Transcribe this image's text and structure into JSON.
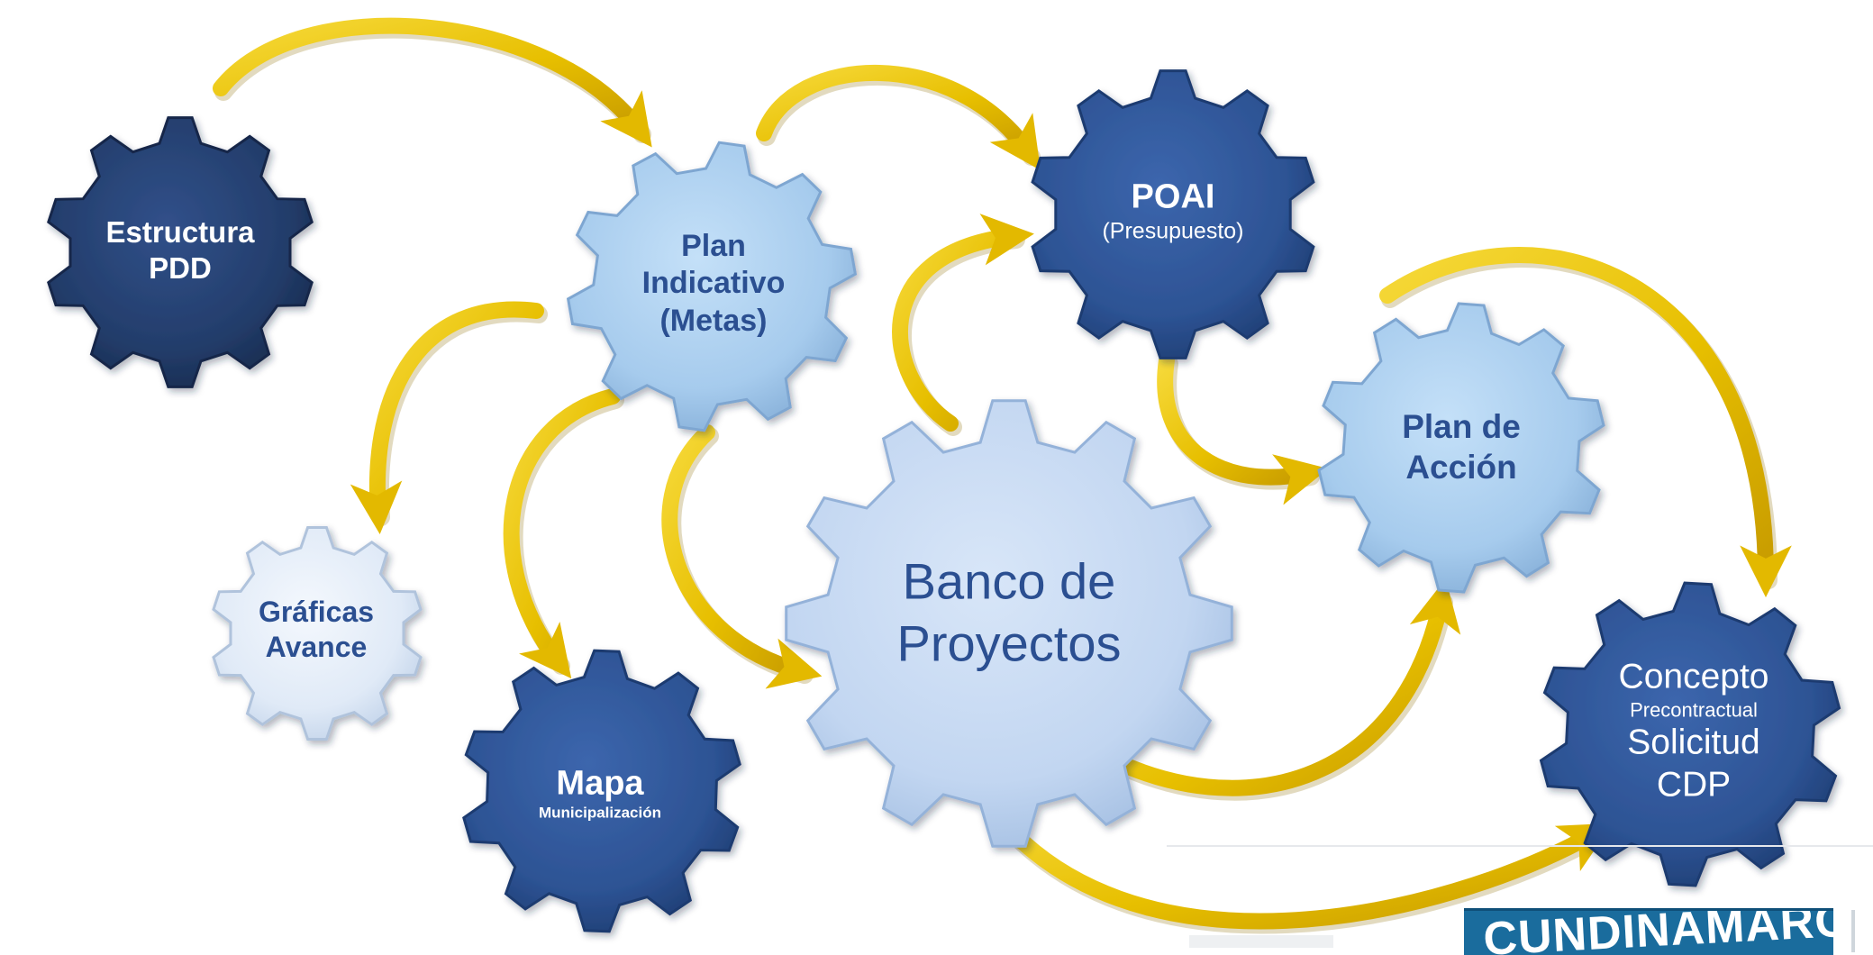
{
  "diagram": {
    "colors": {
      "gear_dark_navy": "#243f6e",
      "gear_blue": "#2e5596",
      "gear_light_blue": "#a9cdee",
      "gear_pale_blue": "#c5d9f2",
      "gear_very_light": "#e2ebf7",
      "arrow_gold": "#e6bf00",
      "label_light_text": "#2b4f91"
    },
    "gears": [
      {
        "id": "estructura",
        "lines": [
          "Estructura",
          "PDD"
        ]
      },
      {
        "id": "plan_indicativo",
        "lines": [
          "Plan",
          "Indicativo",
          "(Metas)"
        ]
      },
      {
        "id": "poai",
        "lines": [
          "POAI",
          "(Presupuesto)"
        ]
      },
      {
        "id": "plan_accion",
        "lines": [
          "Plan de",
          "Acción"
        ]
      },
      {
        "id": "graficas",
        "lines": [
          "Gráficas",
          "Avance"
        ]
      },
      {
        "id": "mapa",
        "lines": [
          "Mapa",
          "Municipalización"
        ]
      },
      {
        "id": "banco",
        "lines": [
          "Banco de",
          "Proyectos"
        ]
      },
      {
        "id": "concepto",
        "lines": [
          "Concepto",
          "Precontractual",
          "Solicitud",
          "CDP"
        ]
      }
    ],
    "connections": [
      {
        "from": "estructura",
        "to": "plan_indicativo"
      },
      {
        "from": "plan_indicativo",
        "to": "poai"
      },
      {
        "from": "plan_indicativo",
        "to": "graficas"
      },
      {
        "from": "plan_indicativo",
        "to": "mapa"
      },
      {
        "from": "plan_indicativo",
        "to": "banco"
      },
      {
        "from": "banco",
        "to": "poai"
      },
      {
        "from": "poai",
        "to": "plan_accion"
      },
      {
        "from": "plan_accion",
        "to": "concepto"
      },
      {
        "from": "banco",
        "to": "plan_accion"
      },
      {
        "from": "banco",
        "to": "concepto"
      }
    ]
  },
  "footer": {
    "logo_text": "CUNDINAMARCA"
  }
}
